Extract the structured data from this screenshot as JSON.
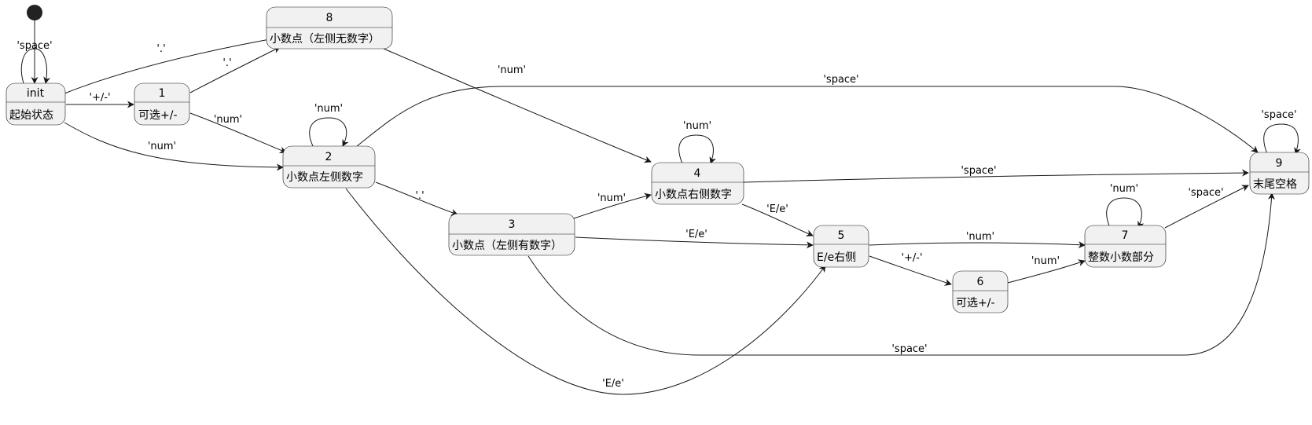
{
  "diagram": {
    "start_marker": "initial-state",
    "states": [
      {
        "id": "init",
        "name": "init",
        "desc": "起始状态"
      },
      {
        "id": "s1",
        "name": "1",
        "desc": "可选+/-"
      },
      {
        "id": "s2",
        "name": "2",
        "desc": "小数点左侧数字"
      },
      {
        "id": "s3",
        "name": "3",
        "desc": "小数点（左侧有数字）"
      },
      {
        "id": "s4",
        "name": "4",
        "desc": "小数点右侧数字"
      },
      {
        "id": "s5",
        "name": "5",
        "desc": "E/e右侧"
      },
      {
        "id": "s6",
        "name": "6",
        "desc": "可选+/-"
      },
      {
        "id": "s7",
        "name": "7",
        "desc": "整数小数部分"
      },
      {
        "id": "s8",
        "name": "8",
        "desc": "小数点（左侧无数字）"
      },
      {
        "id": "s9",
        "name": "9",
        "desc": "末尾空格"
      }
    ],
    "transitions": [
      {
        "id": "t-init-self",
        "from": "init",
        "to": "init",
        "label": "'space'"
      },
      {
        "id": "t-init-8",
        "from": "init",
        "to": "8",
        "label": "'.'"
      },
      {
        "id": "t-init-1",
        "from": "init",
        "to": "1",
        "label": "'+/-'"
      },
      {
        "id": "t-init-2",
        "from": "init",
        "to": "2",
        "label": "'num'"
      },
      {
        "id": "t-1-8",
        "from": "1",
        "to": "8",
        "label": "'.'"
      },
      {
        "id": "t-1-2",
        "from": "1",
        "to": "2",
        "label": "'num'"
      },
      {
        "id": "t-2-self",
        "from": "2",
        "to": "2",
        "label": "'num'"
      },
      {
        "id": "t-2-9",
        "from": "2",
        "to": "9",
        "label": "'space'"
      },
      {
        "id": "t-2-3",
        "from": "2",
        "to": "3",
        "label": "'.'"
      },
      {
        "id": "t-2-5",
        "from": "2",
        "to": "5",
        "label": "'E/e'"
      },
      {
        "id": "t-8-4",
        "from": "8",
        "to": "4",
        "label": "'num'"
      },
      {
        "id": "t-4-self",
        "from": "4",
        "to": "4",
        "label": "'num'"
      },
      {
        "id": "t-4-9",
        "from": "4",
        "to": "9",
        "label": "'space'"
      },
      {
        "id": "t-4-5",
        "from": "4",
        "to": "5",
        "label": "'E/e'"
      },
      {
        "id": "t-3-4",
        "from": "3",
        "to": "4",
        "label": "'num'"
      },
      {
        "id": "t-3-5",
        "from": "3",
        "to": "5",
        "label": "'E/e'"
      },
      {
        "id": "t-3-9",
        "from": "3",
        "to": "9",
        "label": "'space'"
      },
      {
        "id": "t-5-7",
        "from": "5",
        "to": "7",
        "label": "'num'"
      },
      {
        "id": "t-5-6",
        "from": "5",
        "to": "6",
        "label": "'+/-'"
      },
      {
        "id": "t-6-7",
        "from": "6",
        "to": "7",
        "label": "'num'"
      },
      {
        "id": "t-7-self",
        "from": "7",
        "to": "7",
        "label": "'num'"
      },
      {
        "id": "t-7-9",
        "from": "7",
        "to": "9",
        "label": "'space'"
      },
      {
        "id": "t-9-self",
        "from": "9",
        "to": "9",
        "label": "'space'"
      }
    ],
    "colors": {
      "state_fill": "#f1f1f1",
      "stroke": "#181818",
      "start": "#222222"
    }
  }
}
